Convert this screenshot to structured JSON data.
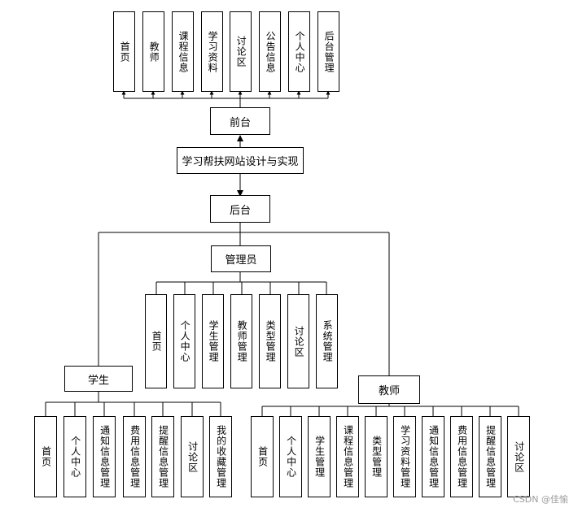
{
  "diagram": {
    "front_modules": [
      "首页",
      "教师",
      "课程信息",
      "学习资料",
      "讨论区",
      "公告信息",
      "个人中心",
      "后台管理"
    ],
    "front_label": "前台",
    "root_label": "学习帮扶网站设计与实现",
    "back_label": "后台",
    "admin_label": "管理员",
    "admin_modules": [
      "首页",
      "个人中心",
      "学生管理",
      "教师管理",
      "类型管理",
      "讨论区",
      "系统管理"
    ],
    "student_label": "学生",
    "student_modules": [
      "首页",
      "个人中心",
      "通知信息管理",
      "费用信息管理",
      "提醒信息管理",
      "讨论区",
      "我的收藏管理"
    ],
    "teacher_label": "教师",
    "teacher_modules": [
      "首页",
      "个人中心",
      "学生管理",
      "课程信息管理",
      "类型管理",
      "学习资料管理",
      "通知信息管理",
      "费用信息管理",
      "提醒信息管理",
      "讨论区"
    ]
  },
  "watermark": "CSDN @佳愉"
}
